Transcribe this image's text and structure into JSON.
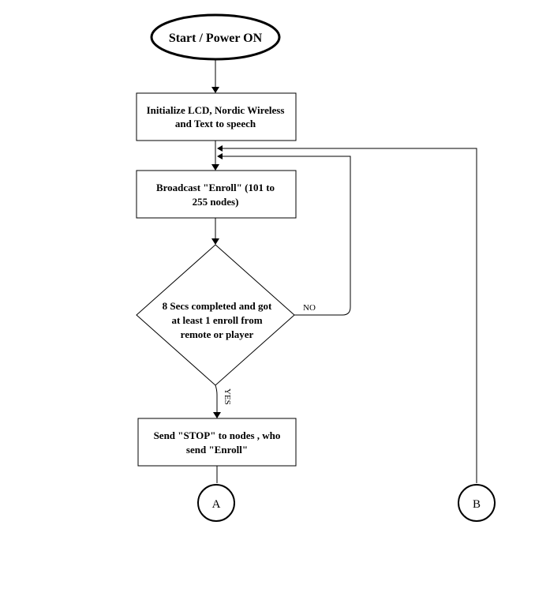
{
  "nodes": {
    "start": "Start / Power ON",
    "init": [
      "Initialize LCD, Nordic Wireless",
      "and Text to speech"
    ],
    "broadcast": [
      "Broadcast \"Enroll\" (101 to",
      "255 nodes)"
    ],
    "decision": [
      "8 Secs completed and got",
      "at least 1 enroll from",
      "remote or player"
    ],
    "send_stop": [
      "Send \"STOP\" to nodes , who",
      "send \"Enroll\""
    ],
    "connector_a": "A",
    "connector_b": "B"
  },
  "edges": {
    "no_label": "NO",
    "yes_label": "YES"
  }
}
